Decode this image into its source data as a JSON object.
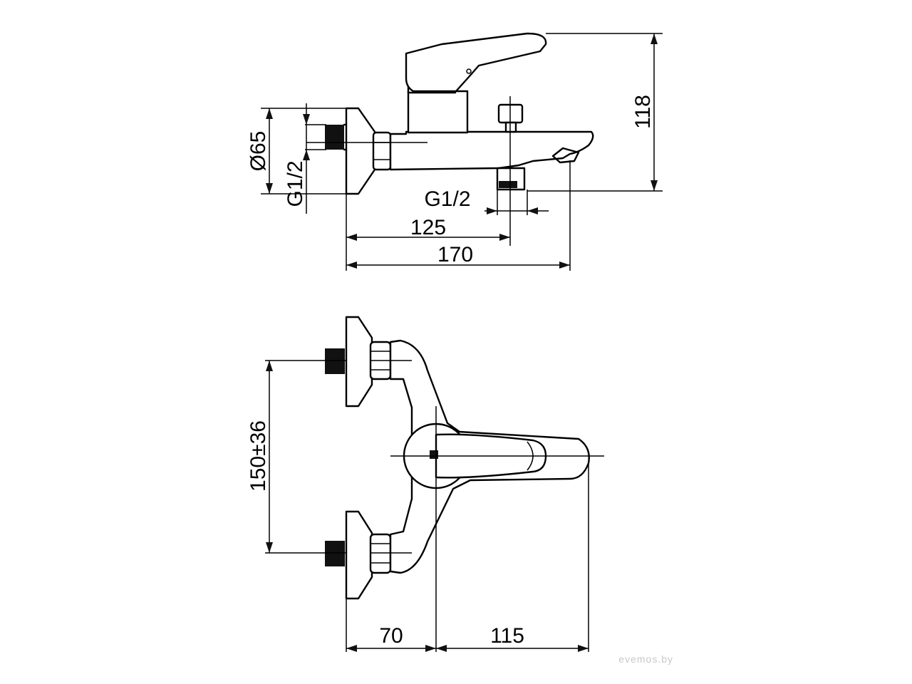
{
  "dimensions": {
    "height_118": "118",
    "diameter_65": "Ø65",
    "inlet_thread": "G1/2",
    "outlet_thread": "G1/2",
    "len_125": "125",
    "len_170": "170",
    "centers": "150±36",
    "len_70": "70",
    "len_115": "115"
  },
  "watermark": "evemos.by"
}
